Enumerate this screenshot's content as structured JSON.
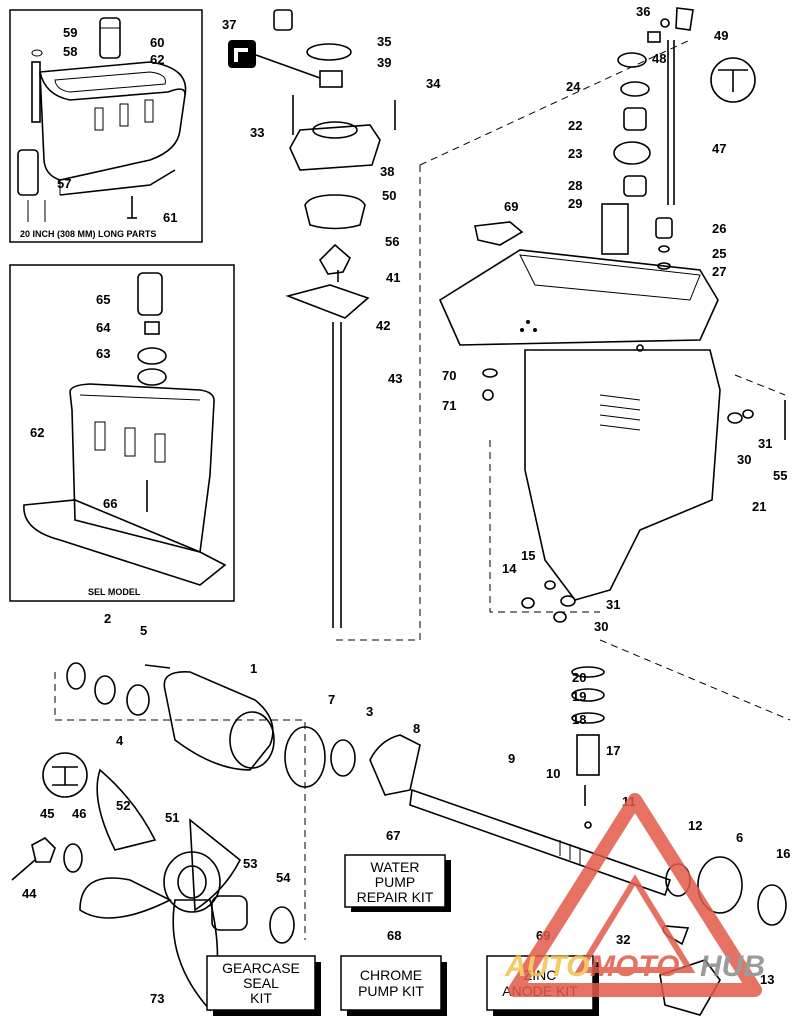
{
  "inset_top": {
    "caption": "20 INCH (308 MM) LONG PARTS"
  },
  "inset_mid": {
    "caption": "SEL MODEL"
  },
  "kits": {
    "water_pump": [
      "WATER",
      "PUMP",
      "REPAIR KIT"
    ],
    "gearcase_seal": [
      "GEARCASE",
      "SEAL",
      "KIT"
    ],
    "chrome_pump": [
      "CHROME",
      "PUMP KIT"
    ],
    "zinc_anode": [
      "ZINC",
      "ANODE KIT"
    ]
  },
  "watermark": {
    "part1": "AUTO",
    "part2": "MOTO",
    "part3": "HUB"
  },
  "labels": {
    "n1": "1",
    "n2": "2",
    "n3": "3",
    "n4": "4",
    "n5": "5",
    "n6": "6",
    "n7": "7",
    "n8": "8",
    "n9": "9",
    "n10": "10",
    "n11": "11",
    "n12": "12",
    "n13": "13",
    "n14": "14",
    "n15": "15",
    "n16": "16",
    "n17": "17",
    "n18": "18",
    "n19": "19",
    "n20": "20",
    "n21": "21",
    "n22": "22",
    "n23": "23",
    "n24": "24",
    "n25": "25",
    "n26": "26",
    "n27": "27",
    "n28": "28",
    "n29": "29",
    "n30a": "30",
    "n30b": "30",
    "n31a": "31",
    "n31b": "31",
    "n32": "32",
    "n33": "33",
    "n34": "34",
    "n35": "35",
    "n36": "36",
    "n37": "37",
    "n38": "38",
    "n39": "39",
    "n41": "41",
    "n42": "42",
    "n43": "43",
    "n44": "44",
    "n45": "45",
    "n46": "46",
    "n47": "47",
    "n48": "48",
    "n49": "49",
    "n50": "50",
    "n51": "51",
    "n52": "52",
    "n53": "53",
    "n54": "54",
    "n55": "55",
    "n56": "56",
    "n57": "57",
    "n58": "58",
    "n59": "59",
    "n60": "60",
    "n61": "61",
    "n62a": "62",
    "n62b": "62",
    "n63": "63",
    "n64": "64",
    "n65": "65",
    "n66": "66",
    "n67": "67",
    "n68": "68",
    "n69": "69",
    "n70": "70",
    "n71": "71",
    "n73": "73"
  }
}
